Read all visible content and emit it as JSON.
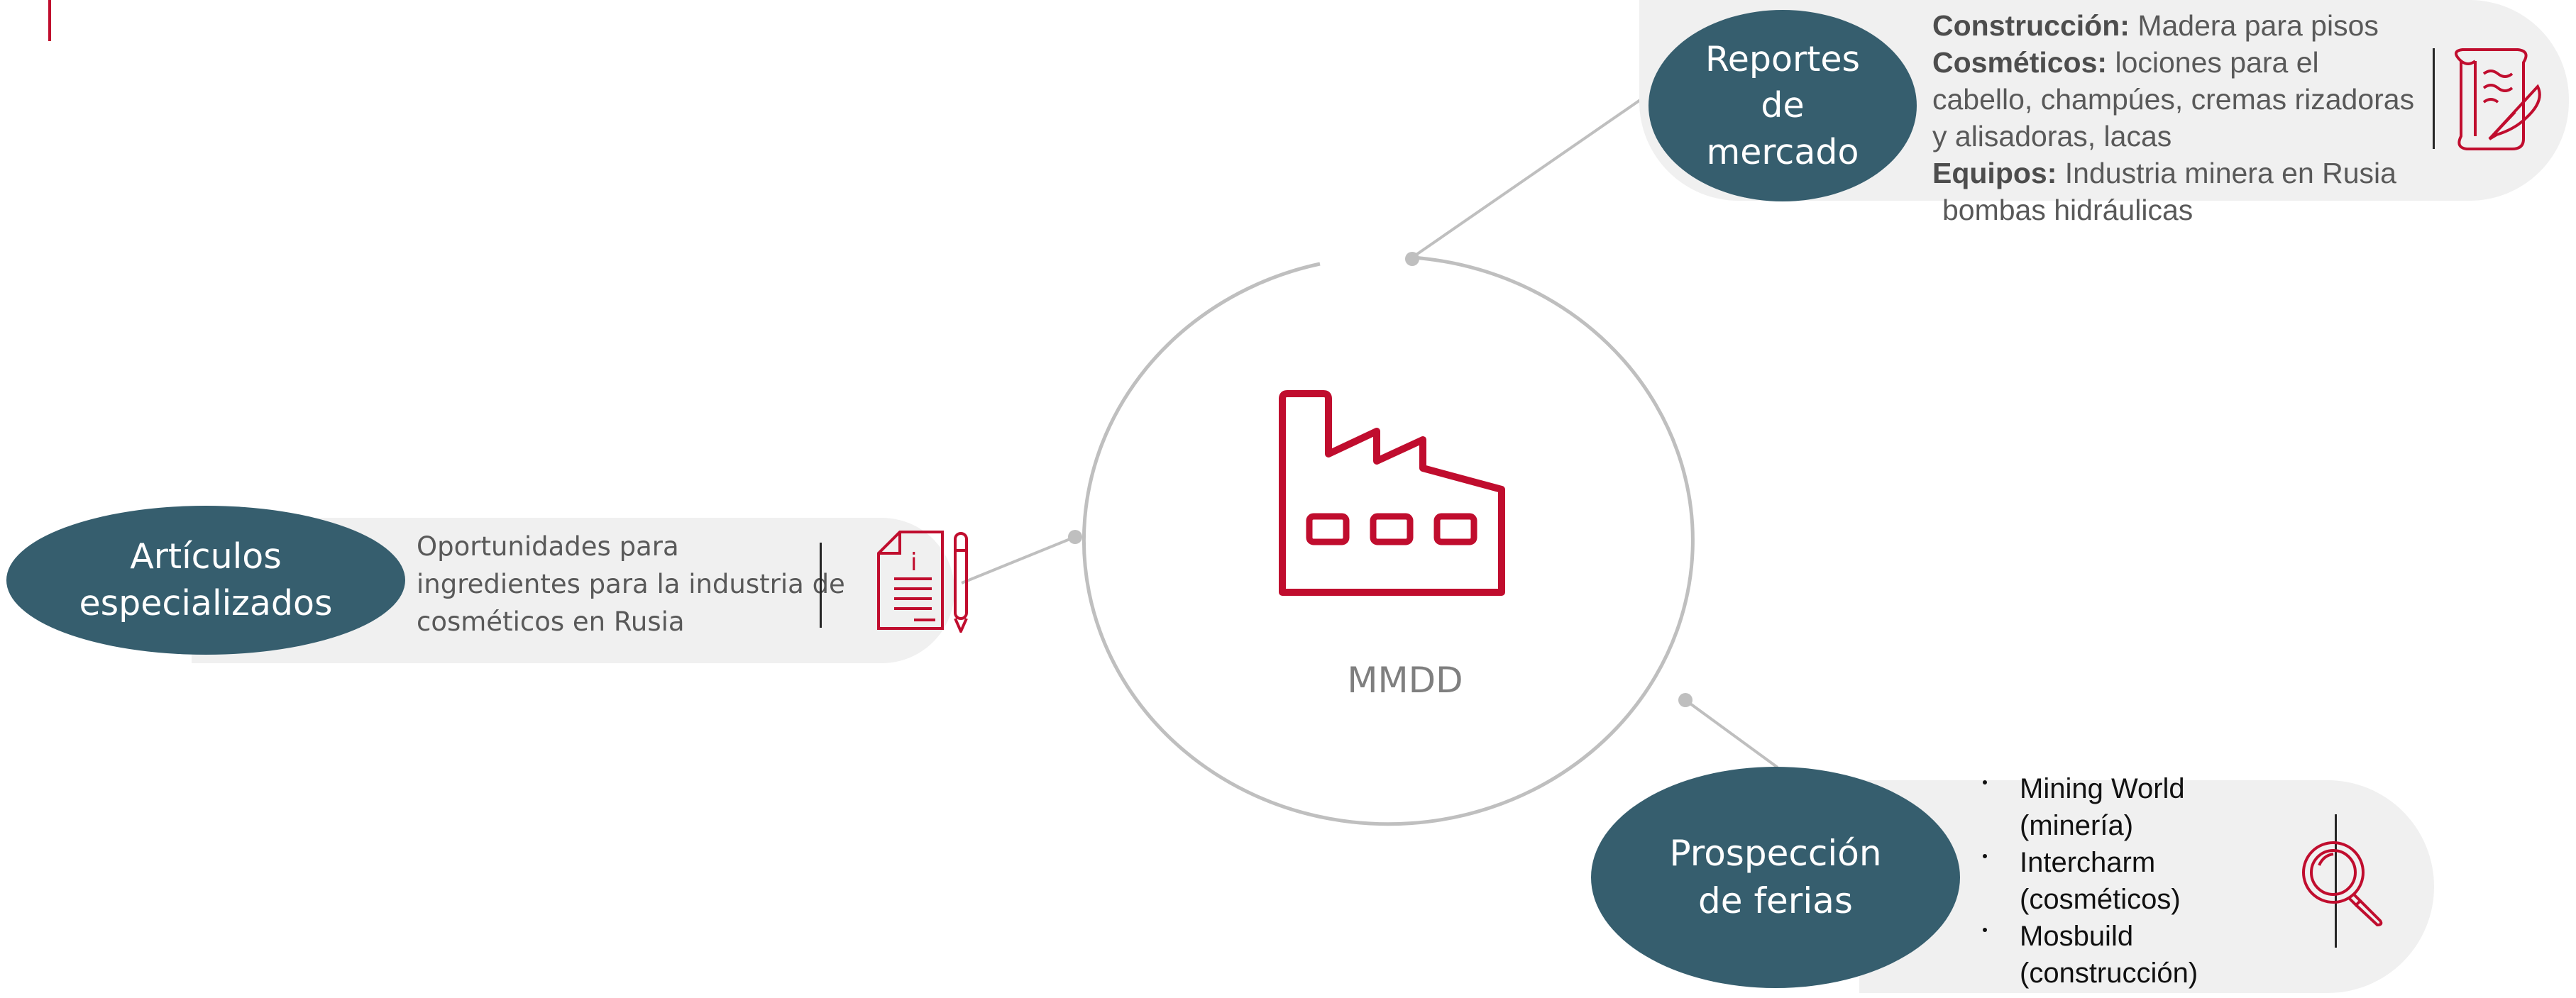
{
  "center": {
    "label": "MMDD",
    "icon": "factory-icon"
  },
  "nodes": {
    "reportes": {
      "title_lines": [
        "Reportes",
        "de",
        "mercado"
      ],
      "items": [
        {
          "label": "Construcción:",
          "text": "Madera para pisos"
        },
        {
          "label": "Cosméticos:",
          "text_lines": [
            "lociones para el",
            "cabello, champúes, cremas rizadoras",
            "y alisadoras, lacas"
          ]
        },
        {
          "label": "Equipos:",
          "text_lines": [
            "Industria minera en Rusia",
            "bombas hidráulicas"
          ]
        }
      ],
      "icon": "scroll-quill-icon"
    },
    "articulos": {
      "title_lines": [
        "Artículos",
        "especializados"
      ],
      "text_lines": [
        "Oportunidades para",
        "ingredientes para la industria de",
        "cosméticos en Rusia"
      ],
      "icon": "document-pen-icon"
    },
    "ferias": {
      "title_lines": [
        "Prospección",
        "de ferias"
      ],
      "bullets": [
        [
          "Mining World",
          "(minería)"
        ],
        [
          "Intercharm",
          "(cosméticos)"
        ],
        [
          "Mosbuild",
          "(construcción)"
        ]
      ],
      "icon": "magnifier-icon"
    }
  },
  "colors": {
    "accent": "#c00d2e",
    "node_fill": "#365e6e",
    "pill_fill": "#f0f0f0",
    "connector": "#bfbfbf"
  }
}
